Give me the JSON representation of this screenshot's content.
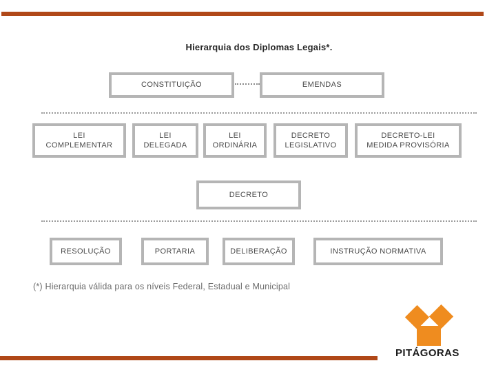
{
  "title": "Hierarquia dos Diplomas Legais*.",
  "diagram": {
    "level1": {
      "boxes": [
        {
          "label": "CONSTITUIÇÃO"
        },
        {
          "label": "EMENDAS"
        }
      ]
    },
    "level2": {
      "boxes": [
        {
          "label": "LEI\nCOMPLEMENTAR"
        },
        {
          "label": "LEI\nDELEGADA"
        },
        {
          "label": "LEI\nORDINÁRIA"
        },
        {
          "label": "DECRETO\nLEGISLATIVO"
        },
        {
          "label": "DECRETO-LEI\nMEDIDA PROVISÓRIA"
        }
      ]
    },
    "level3": {
      "boxes": [
        {
          "label": "DECRETO"
        }
      ]
    },
    "level4": {
      "boxes": [
        {
          "label": "RESOLUÇÃO"
        },
        {
          "label": "PORTARIA"
        },
        {
          "label": "DELIBERAÇÃO"
        },
        {
          "label": "INSTRUÇÃO NORMATIVA"
        }
      ]
    }
  },
  "footnote": "(*) Hierarquia válida para os níveis Federal, Estadual e Municipal",
  "logo": {
    "text": "PITÁGORAS"
  },
  "colors": {
    "accent_bar": "#b04818",
    "logo_orange": "#ef8c1f",
    "box_border": "#b5b5b5",
    "box_text": "#474747",
    "dotted_rule": "#9a9a9a"
  }
}
